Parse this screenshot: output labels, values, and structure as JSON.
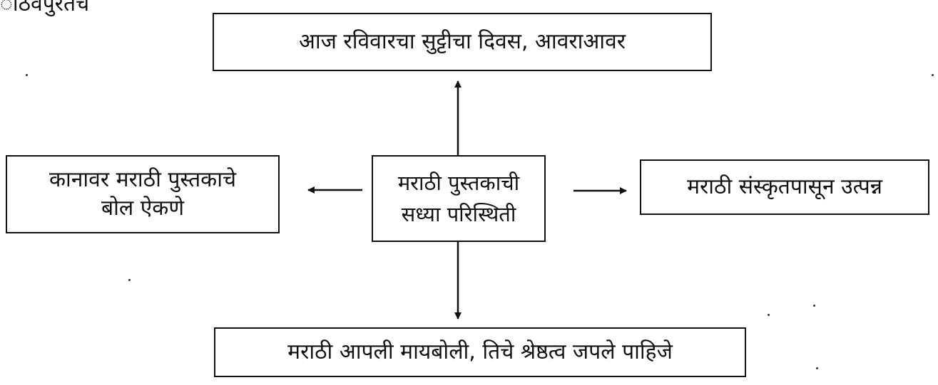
{
  "corner_text": "ांठवपुरतच",
  "nodes": {
    "top": "आज रविवारचा सुट्टीचा दिवस, आवराआवर",
    "left": [
      "कानावर मराठी पुस्तकाचे",
      "बोल ऐकणे"
    ],
    "center": [
      "मराठी पुस्तकाची",
      "सध्या परिस्थिती"
    ],
    "right": "मराठी संस्कृतपासून उत्पन्न",
    "bottom": "मराठी आपली मायबोली, तिचे श्रेष्ठत्व जपले पाहिजे"
  },
  "colors": {
    "ink": "#111111",
    "background": "#ffffff"
  }
}
